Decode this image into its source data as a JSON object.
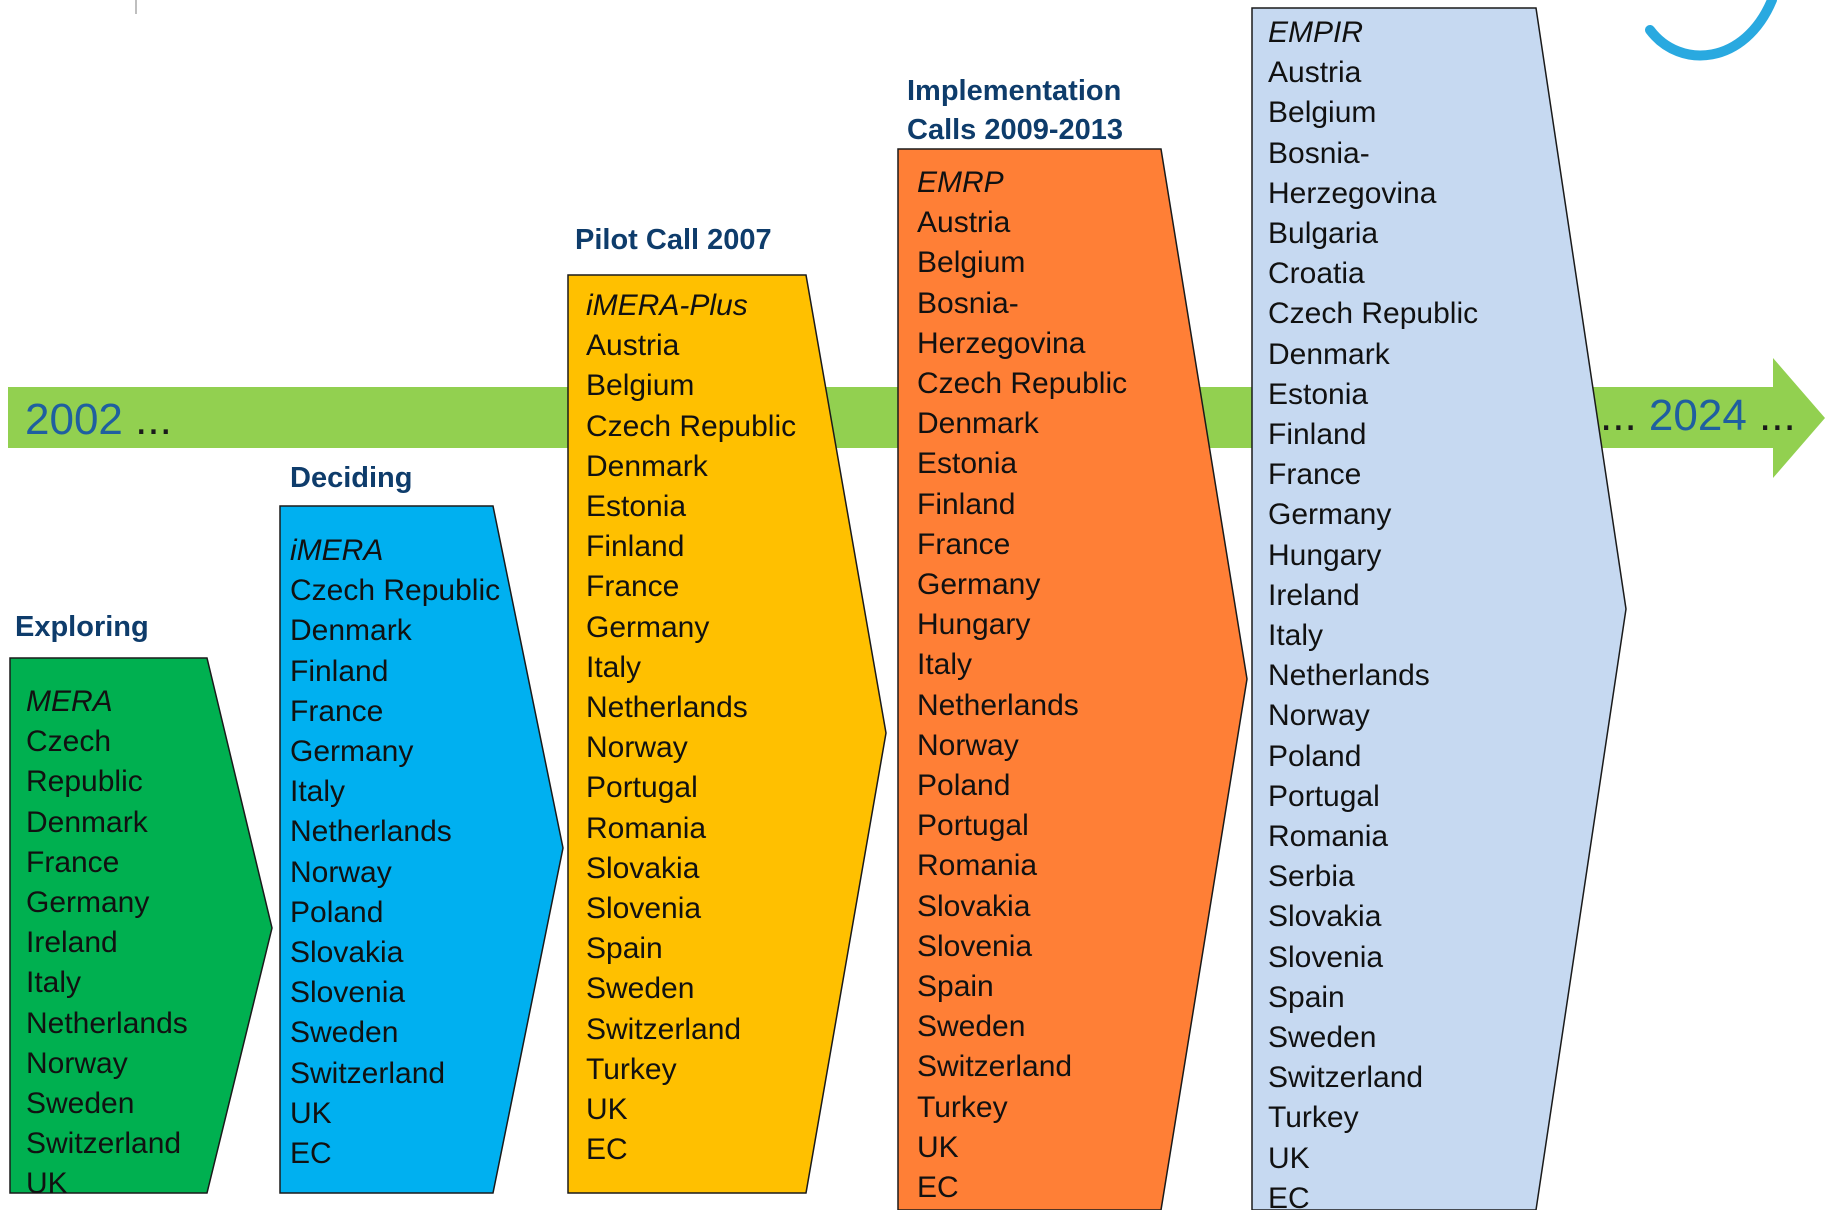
{
  "timeline": {
    "start_label": "2002",
    "start_suffix": " ...",
    "end_prefix": "... ",
    "end_label": "2024",
    "end_suffix": " ...",
    "color": "#92D050"
  },
  "logo_color": "#29A9E0",
  "stages": [
    {
      "heading": "Exploring",
      "programme": "MERA",
      "color": "#00B050",
      "countries": [
        "Czech",
        "Republic",
        "Denmark",
        "France",
        "Germany",
        "Ireland",
        "Italy",
        "Netherlands",
        "Norway",
        "Sweden",
        "Switzerland",
        "UK"
      ]
    },
    {
      "heading": "Deciding",
      "programme": "iMERA",
      "color": "#00B0F0",
      "countries": [
        "Czech Republic",
        "Denmark",
        "Finland",
        "France",
        "Germany",
        "Italy",
        "Netherlands",
        "Norway",
        "Poland",
        "Slovakia",
        "Slovenia",
        "Sweden",
        "Switzerland",
        "UK",
        "EC"
      ]
    },
    {
      "heading": "Pilot Call 2007",
      "programme": "iMERA-Plus",
      "color": "#FFC000",
      "countries": [
        "Austria",
        "Belgium",
        "Czech Republic",
        "Denmark",
        "Estonia",
        "Finland",
        "France",
        "Germany",
        "Italy",
        "Netherlands",
        "Norway",
        "Portugal",
        "Romania",
        "Slovakia",
        "Slovenia",
        "Spain",
        "Sweden",
        "Switzerland",
        "Turkey",
        "UK",
        "EC"
      ]
    },
    {
      "heading": "Implementation Calls 2009-2013",
      "heading_lines": [
        "Implementation",
        "Calls 2009-2013"
      ],
      "programme": "EMRP",
      "color": "#FF7F36",
      "countries": [
        "Austria",
        "Belgium",
        "Bosnia-",
        "Herzegovina",
        "Czech Republic",
        "Denmark",
        "Estonia",
        "Finland",
        "France",
        "Germany",
        "Hungary",
        "Italy",
        "Netherlands",
        "Norway",
        "Poland",
        "Portugal",
        "Romania",
        "Slovakia",
        "Slovenia",
        "Spain",
        "Sweden",
        "Switzerland",
        "Turkey",
        "UK",
        "EC"
      ]
    },
    {
      "heading": "",
      "programme": "EMPIR",
      "color": "#C6D9F1",
      "countries": [
        "Austria",
        "Belgium",
        "Bosnia-",
        "Herzegovina",
        "Bulgaria",
        "Croatia",
        "Czech Republic",
        "Denmark",
        "Estonia",
        "Finland",
        "France",
        "Germany",
        "Hungary",
        "Ireland",
        "Italy",
        "Netherlands",
        "Norway",
        "Poland",
        "Portugal",
        "Romania",
        "Serbia",
        "Slovakia",
        "Slovenia",
        "Spain",
        "Sweden",
        "Switzerland",
        "Turkey",
        "UK",
        "EC"
      ]
    }
  ]
}
